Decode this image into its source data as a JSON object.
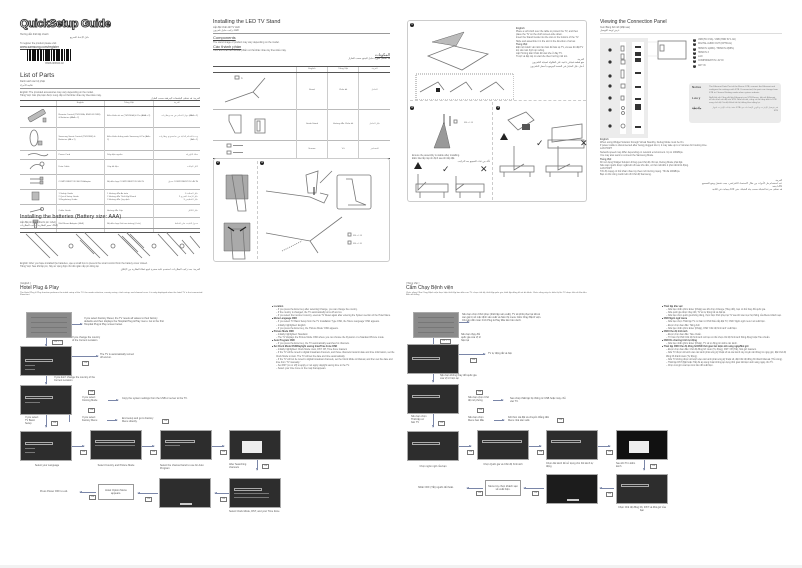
{
  "header": {
    "title": "QuickSetup Guide",
    "subtitle_vi": "Hướng dẫn thiết lập nhanh",
    "subtitle_ar": "دليل الإعداد السريع",
    "register_text": "To register the product please visit",
    "register_url": "www.samsung.com/register",
    "barcode_number": "BN68-08384F-02"
  },
  "list_of_parts": {
    "title": "List of Parts",
    "subtitle_vi": "Danh sách các bộ phận",
    "subtitle_ar": "قائمة الأجزاء",
    "notes": [
      "English: The provided accessories may vary depending on the model.",
      "Tiếng Việt: Các phụ kiện được cung cấp có thể khác nhau tùy theo kiểu máy.",
      "العربية: قد تختلف الملحقات المرفقة حسب الطراز"
    ],
    "columns": [
      "",
      "English",
      "Tiếng Việt",
      "العربية"
    ],
    "rows": [
      {
        "icon": "remote-control-icon",
        "en": "Remote Control (TM1240A, BN59-01259B) & Batteries (AAA x 2)",
        "vi": "Điều khiển từ xa (TM1240A) & Pin (AAA x 2)",
        "ar": "جهاز التحكم عن بعد وبطاريات (AAA x 2)"
      },
      {
        "icon": "smart-remote-icon",
        "en": "Samsung Smart Control (TM1280E) & Batteries (AA x 2)",
        "vi": "Điều khiển thông minh Samsung & Pin (AA x 2)",
        "ar": "وحدة التحكم الذكية من سامسونج وبطاريات (AA x 2)"
      },
      {
        "icon": "power-cord-icon",
        "en": "Power Cord",
        "vi": "Dây điện nguồn",
        "ar": "سلك الكهرباء"
      },
      {
        "icon": "data-cable-icon",
        "en": "Data Cable",
        "vi": "Cáp dữ liệu",
        "ar": "كابل البيانات"
      },
      {
        "icon": "component-adapter-icon",
        "en": "COMPONENT IN / AV IN Adapter",
        "vi": "Bộ điều hợp COMPONENT IN / AV IN",
        "ar": "محول COMPONENT IN / AV IN"
      },
      {
        "icon": "safety-guide-icon",
        "en": "1 Safety Guide\n2 Quick Setup Guide\n3 Regulatory Guide",
        "vi": "1 Hướng dẫn An toàn\n2 Hướng dẫn Thiết lập Nhanh\n3 Hướng dẫn Quy định",
        "ar": "1 دليل السلامة\n2 دليل الإعداد السريع\n3 دليل التنظيمي"
      },
      {
        "icon": "cable-holder-icon",
        "en": "Cable Guide",
        "vi": "Hướng dẫn Cáp",
        "ar": "دليل الكابل"
      },
      {
        "icon": "wall-mount-adapter-icon",
        "en": "Wall Mount Adapter (4EA)",
        "vi": "Bộ điều hợp Giá treo tường (4 cái)",
        "ar": "محول التثبيت على الحائط"
      }
    ]
  },
  "batteries": {
    "title": "Installing the batteries (Battery size: AAA)",
    "subtitle_vi": "Lắp đặt pin (Kích thước pin: AAA)",
    "subtitle_ar": "تركيب البطاريات (حجم البطارية: AAA)",
    "note_en": "English: After you have installed the batteries, use a small box to prevent the smart control from the battery cover closed.",
    "note_vi": "Tiếng Việt: Sau khi lắp pin, hãy sử dụng hộp nhỏ để ngăn nắp pin đóng lại.",
    "note_ar": "العربية: بعد تركيب البطاريات، استخدم علبة صغيرة لمنع غطاء البطارية من الإغلاق"
  },
  "stand": {
    "title": "Installing the LED TV Stand",
    "subtitle_vi": "Lắp đặt Chân đế TV LED",
    "subtitle_ar": "تركيب حامل تلفزيون LED",
    "components_title": "Components",
    "components_note": "The stand image of product may vary depending on the model.",
    "components_vi_title": "Các thành phần",
    "components_vi_note": "Hình ảnh chân đế của sản phẩm có thể khác nhau tùy theo kiểu máy.",
    "components_ar_title": "المكونات",
    "components_ar_note": "قد تختلف صورة حامل المنتج حسب الطراز",
    "columns": [
      "",
      "English",
      "Tiếng Việt",
      "العربية"
    ],
    "rows": [
      {
        "label": "A",
        "code": "Stand",
        "en": "Stand",
        "vi": "Chân đế",
        "ar": "الحامل"
      },
      {
        "label": "B",
        "code": "Guide Stand",
        "en": "Guide Stand",
        "vi": "Hướng dẫn Chân đế",
        "ar": "دليل الحامل"
      },
      {
        "label": "C,D",
        "code": "M4 x L14 / M4 x L10",
        "en": "Screws",
        "vi": "Vít",
        "ar": "المسامير"
      }
    ],
    "screw_labels": [
      "M4 x L14, 4 EA (C)",
      "M4 x L10, 4 EA (D)",
      "M4 x L14",
      "M4 x L10"
    ],
    "step1_en_title": "English",
    "step1_en": [
      "Place a soft cloth over the table to protect the TV, and then place the TV on the cloth screen-side down.",
      "Insert the Stand Guide into the slot on the bottom of the TV.",
      "Slide and assemble it in the slot in the direction of arrow."
    ],
    "step1_vi_title": "Tiếng Việt",
    "step1_vi": [
      "Đặt một mảnh vải mềm lên bàn để bảo vệ TV, và sau đó đặt TV lên vải màn hình úp xuống.",
      "Lắp Hướng dẫn Chân đế vào khe ở đáy TV.",
      "Trượt và lắp ráp nó vào khe theo hướng mũi tên."
    ],
    "step1_ar_title": "العربية",
    "step1_ar": [
      "ضع قطعة قماش ناعمة على الطاولة لحماية التلفزيون",
      "أدخل دليل الحامل في الفتحة الموجودة أسفل التلفزيون",
      "قم بتمرير الحامل وتثبيته في الفتحة في اتجاه السهم"
    ],
    "step3_en": "Ensure the assembly is stable after installing.",
    "step3_vi": "Đảm bảo lắp ráp ổn định sau khi lắp đặt.",
    "step3_ar": "تأكد من ثبات التجميع بعد التركيب",
    "step_numbers": [
      "1",
      "2",
      "3",
      "4"
    ]
  },
  "connection_panel": {
    "title": "Viewing the Connection Panel",
    "subtitle_vi": "Xem Bảng Kết nối (Mặt sau)",
    "subtitle_ar": "عرض لوحة التوصيل",
    "ports": [
      "USB (5V 0.5A) / USB (HDD 5V 1.0A)",
      "DIGITAL AUDIO OUT (OPTICAL)",
      "HDMI IN 1(ARC) / HDMI IN 2(MHL)",
      "HDMI IN 3",
      "LAN",
      "COMPONENT IN / AV IN",
      "ANT IN"
    ],
    "port_numbers": [
      "1",
      "2",
      "3",
      "4",
      "5",
      "6",
      "7"
    ],
    "notes": [
      {
        "label": "Notice",
        "text": "The Ethernet Data Port of the Renus STB, connect the Ethernet and configure the settings with STB. If connected, the port can change from STB to Channel Setting mode when system reboots."
      },
      {
        "label": "Lưu ý",
        "text": "Ngắt kết nối Cổng dữ liệu Ethernet của STB Renus, kết nối Ethernet và cấu hình cài đặt với STB. Nếu kết nối, cổng có thể thay đổi từ STB sang chế độ Cài đặt Kênh khi hệ thống khởi động lại."
      },
      {
        "label": "ملاحظة",
        "text": "منفذ بيانات الإيثرنت لجهاز STB، قم بتوصيل الإيثرنت وتكوين الإعدادات مع STB"
      }
    ],
    "en_title": "English",
    "en_notes": [
      "When using Widget Solution through Virtual Standby, Debug Mode must be On.",
      "If power cable is disconnected after being plugged into it, it may take up to 2 minutes for booting time.",
      "LAN PORT",
      "Network speed may differ depending on network environment. Up to 100Mbps.",
      "You may also want to connect the Samsung Mode."
    ],
    "vi_title": "Tiếng Việt",
    "vi_notes": [
      "Khi sử dụng Widget Solution thông qua Chế độ chờ ảo, Debug Mode phải bật.",
      "Nếu cáp nguồn được ngắt kết nối sau khi cắm, có thể mất đến 2 phút để khởi động.",
      "LAN PORT",
      "Tốc độ mạng có thể khác nhau tùy theo môi trường mạng. Tối đa 100Mbps.",
      "Bạn có thể cũng muốn kết nối Chế độ Samsung."
    ],
    "ar_title": "العربية",
    "ar_notes": [
      "عند استخدام حل الأدوات من خلال الاستعداد الافتراضي، يجب تشغيل وضع التصحيح",
      "منفذ LAN",
      "قد تختلف سرعة الشبكة حسب بيئة الشبكة. حتى 100 ميجابت في الثانية"
    ]
  },
  "hotel_en": {
    "lang_tag": "[ English ]",
    "title": "Hotel Plug & Play",
    "intro": "The Hotel Plug & Play function performs the initial setup of the TV: the mode selection, country setup, clock setup, and channel scan. It is only displayed when the hotel TV is first connected.",
    "section_label": "Flowchart",
    "flow": {
      "factory_reset": "If you select Factory Reset, the TV resets all values to their factory defaults and then displays the Hospital Plug & Play menu. Go to the first Hospital Plug & Play screen below.",
      "change_country": "If you change the country of the Current Location",
      "auto_off": "The TV is automatically turned off and on.",
      "dont_change": "If you don't change the country of the Current Location",
      "cloning_mode": "If you select Cloning Mode",
      "copy_settings": "Copy the system settings from the USB or server to the TV.",
      "tv_basic": "If you select TV Basic Setup",
      "factory_menu": "If you select Factory Menu",
      "end_setup": "End setup and go to Factory Menu directly.",
      "select_language": "Select your Language",
      "select_country": "Select Country and Picture Mode",
      "select_channel": "Select the channel band to use for Auto Program",
      "after_search": "After Searching channels",
      "select_clock": "Select Clock Mode, DST, and your Time Zone",
      "hotel_menu": "Hotel Option Menu appears.",
      "press_power": "Press Power OFF to exit.",
      "key_ok": "OK",
      "key_combo": "OK + ◁"
    },
    "notes": [
      {
        "type": "b",
        "text": "Location"
      },
      {
        "type": "d",
        "text": "If you press the Enter key after selecting Change, you can change the country."
      },
      {
        "type": "d",
        "text": "If the country is changed, the TV automatically turns off and on."
      },
      {
        "type": "d",
        "text": "If you select the incorrect country, execute TV Reset again after entering the System section of the Hotel Menu."
      },
      {
        "type": "b",
        "text": "Menu Language OSD"
      },
      {
        "type": "d",
        "text": "If you select TV Basic Setup from the TV Installation Type OSD, the 'Menu Language' OSD appears."
      },
      {
        "type": "d",
        "text": "Initially highlighted: English"
      },
      {
        "type": "d",
        "text": "If you press the Enter key, the 'Picture Mode' OSD appears."
      },
      {
        "type": "b",
        "text": "Picture Mode OSD"
      },
      {
        "type": "d",
        "text": "Initially highlighted: Standard."
      },
      {
        "type": "d",
        "text": "The TV displays the Picture Mode OSD where you can choose the Dynamic or a Standard Picture mode."
      },
      {
        "type": "b",
        "text": "Auto Program OSD"
      },
      {
        "type": "d",
        "text": "If you press the Enter key, the TV automatically searches for channels."
      },
      {
        "type": "b",
        "text": "Set Clock Mode OSD/Daylight saving time/Time Zone OSD"
      },
      {
        "type": "d",
        "text": "Initially highlighted: Clock Mode: Auto, DST: Off, Time Zone: Eastern"
      },
      {
        "type": "d",
        "text": "If the TV will be tuned to digital broadcast channels, and those channels transmit date and time information, set the Clock Mode to Auto. The TV will set the date and time automatically."
      },
      {
        "type": "d",
        "text": "If the TV will not be tuned to digital broadcast channels, set the Clock Mode to Manual, and then set the date and time from 'TV manually.'"
      },
      {
        "type": "d",
        "text": "Set DST (on or off) to apply or not apply daylight saving time to the TV."
      },
      {
        "type": "d",
        "text": "Select your time zone on the map that appears."
      }
    ]
  },
  "hotel_vi": {
    "lang_tag": "[ Tiếng Việt ]",
    "title": "Cắm Chạy Bệnh viện",
    "intro": "Chức năng Cắm Chạy Bệnh viện thực hiện thiết lập ban đầu của TV: chọn chế độ, thiết lập quốc gia, thiết lập đồng hồ và dò kênh. Chức năng này chỉ hiển thị khi TV được kết nối lần đầu.",
    "section_label": "Biểu đồ luồng",
    "flow": {
      "factory_reset": "Nếu bạn chọn Khôi phục (thiết lập sản xuất), TV sẽ khôi phục lại tất cả các giá trị về mặc định sản xuất và hiển thị menu Cắm Chạy Bệnh viện. Chuyển đến màn hình Plug & Play đầu tiên bên dưới.",
      "change_country": "Nếu bạn thay đổi quốc gia của Vị trí hiện tại",
      "auto_off": "TV tự động tắt và bật.",
      "dont_change": "Nếu bạn không thay đổi quốc gia của Vị trí hiện tại",
      "cloning_mode": "Nếu bạn chọn Chế độ mô phỏng",
      "copy_settings": "Sao chép thiết lập hệ thống từ USB hoặc máy chủ vào TV.",
      "tv_basic": "Nếu bạn chọn Thiết lập cơ bản TV",
      "factory_menu": "Nếu bạn chọn Menu ban đầu",
      "end_setup": "Kết thúc cài đặt và chuyển thẳng đến Menu nhà sản xuất.",
      "select_language": "Chọn ngôn ngữ của bạn",
      "select_country": "Chọn Quốc gia và Chế độ hình ảnh",
      "select_channel": "Chọn dải kênh để sử dụng cho Dò kênh tự động",
      "after_search": "Sau khi Tìm kiếm kênh",
      "select_clock": "Chọn Chế độ đồng hồ, DST và Múi giờ của bạn",
      "hotel_menu": "Menu tùy chọn khách sạn sẽ xuất hiện.",
      "press_power": "Nhấn OFF (Tắt) nguồn để thoát.",
      "key_ok": "OK",
      "key_combo": "OK + ◁"
    },
    "notes": [
      {
        "type": "b",
        "text": "Thiết lập khu vực"
      },
      {
        "type": "d",
        "text": "Nếu bạn nhấn phím Enter (Nhập) sau khi chọn Change (Thay đổi), bạn có thể thay đổi quốc gia."
      },
      {
        "type": "d",
        "text": "Nếu quốc gia được thay đổi, TV sẽ tự động tắt và bật lại."
      },
      {
        "type": "d",
        "text": "Nếu bạn chọn quốc gia không đúng, thực hiện Khôi phục lại TV sau khi vào mục hệ thống của Menu khách sạn."
      },
      {
        "type": "b",
        "text": "OSD Ngôn ngữ menu"
      },
      {
        "type": "d",
        "text": "Nếu bạn chọn Thiết lập TV cơ bản từ OSD Kiểu lắp đặt TV, OSD 'Ngôn ngữ menu' sẽ xuất hiện."
      },
      {
        "type": "d",
        "text": "Được chọn ban đầu: Tiếng Anh"
      },
      {
        "type": "d",
        "text": "Nếu bạn nhấn phím Enter (Nhập), OSD 'Chế độ hình ảnh' xuất hiện."
      },
      {
        "type": "b",
        "text": "OSD Chế độ hình ảnh"
      },
      {
        "type": "d",
        "text": "Được chọn ban đầu: Tiêu chuẩn."
      },
      {
        "type": "d",
        "text": "TV hiển thị OSD Chế độ hình ảnh nơi bạn có thể chọn chế độ hình ảnh Sống động hoặc Tiêu chuẩn."
      },
      {
        "type": "b",
        "text": "OSD Dò chương trình tự động"
      },
      {
        "type": "d",
        "text": "Nếu bạn nhấn phím Enter (Nhập), TV sẽ tự động tìm kiếm các kênh."
      },
      {
        "type": "b",
        "text": "Thiết lập OSD Chế độ đồng hồ/OSD thời gian tiết kiệm ánh sáng ngày/Múi giờ"
      },
      {
        "type": "d",
        "text": "Được chọn ban đầu: Chế độ đồng hồ: Auto (Tự động), DST: Off (Tắt), Múi giờ: Eastern."
      },
      {
        "type": "d",
        "text": "Nếu TV được dò kênh vào các kênh phát sóng kỹ thuật số và các kênh này truyền tải thông tin ngày giờ, đặt Chế độ đồng hồ thành Auto (Tự động)."
      },
      {
        "type": "d",
        "text": "Nếu TV không được dò kênh vào các kênh phát sóng kỹ thuật số, đặt Chế độ đồng hồ thành Manual (Thủ công)."
      },
      {
        "type": "d",
        "text": "Thiết lập DST (Bật hoặc Tắt) để áp dụng hoặc không áp dụng thời gian tiết kiệm ánh sáng ngày cho TV."
      },
      {
        "type": "d",
        "text": "Chọn múi giờ của bạn trên bản đồ xuất hiện."
      }
    ]
  },
  "osd_screens": {
    "language": "Menu Language",
    "country": "Country & Picture Mode",
    "auto_program": "Auto Program",
    "auto_tuning": "Auto Tuning",
    "clock": "Clock Settings",
    "setup_complete": "Setup Complete",
    "location": "Location",
    "install_type": "TV Installation Type"
  },
  "colors": {
    "arrow": "#7a86a8",
    "screen_dark": "#2d2d2d",
    "note_bg": "#ebebeb"
  }
}
